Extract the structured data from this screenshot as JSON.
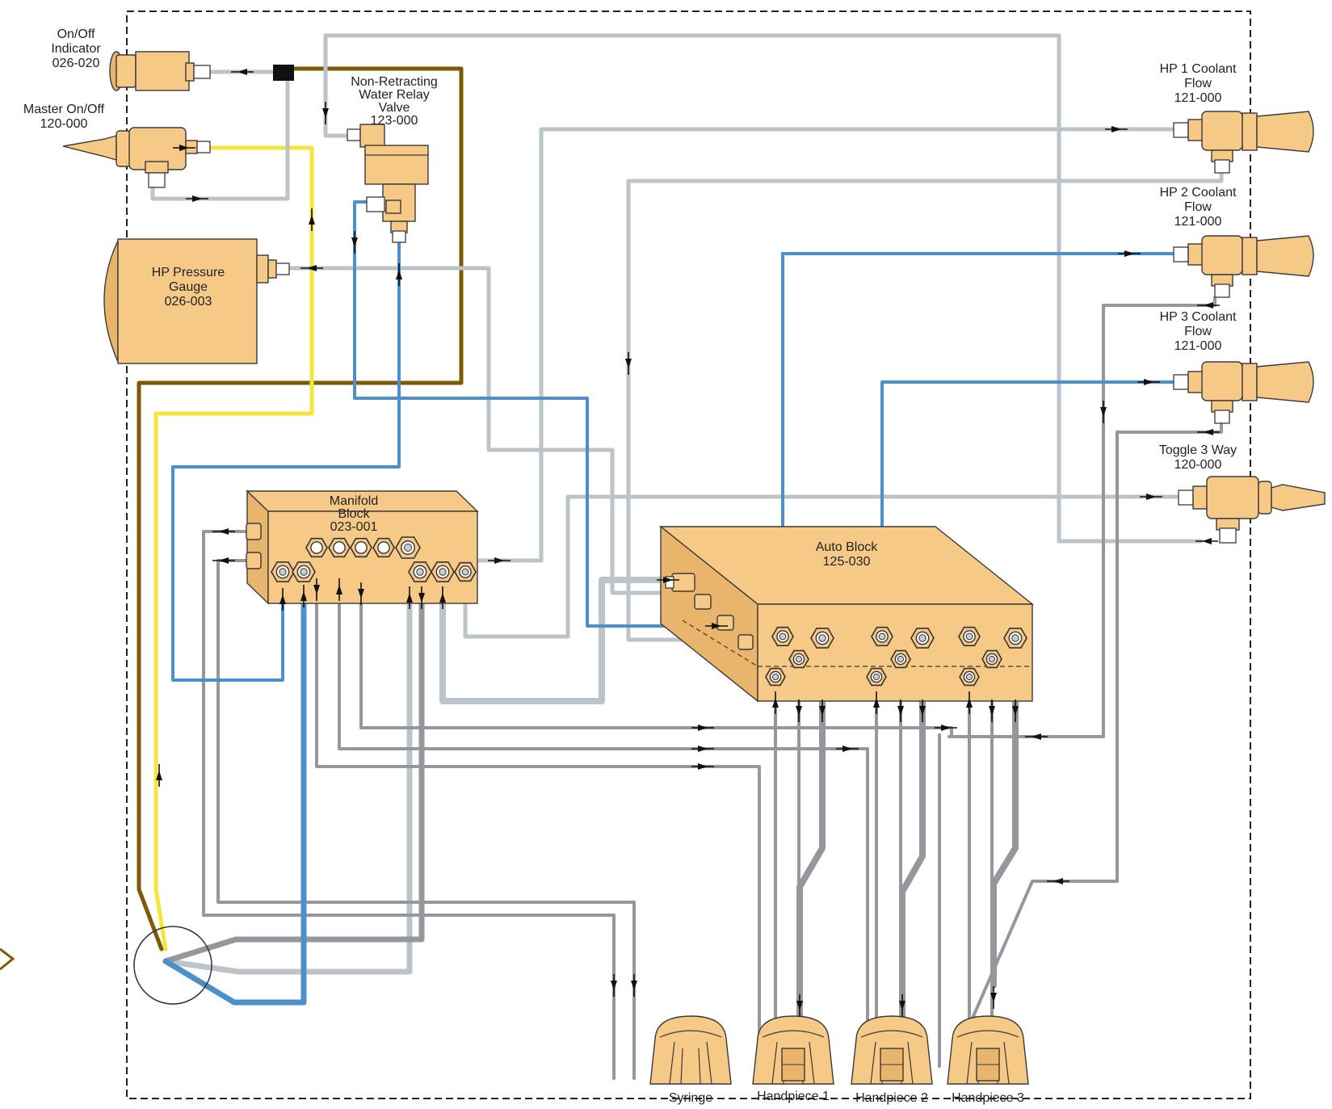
{
  "labels": {
    "onoff_indicator": [
      "On/Off",
      "Indicator",
      "026-020"
    ],
    "master_onoff": [
      "Master On/Off",
      "120-000"
    ],
    "relay_valve": [
      "Non-Retracting",
      "Water Relay",
      "Valve",
      "123-000"
    ],
    "pressure_gauge": [
      "HP Pressure",
      "Gauge",
      "026-003"
    ],
    "manifold": [
      "Manifold",
      "Block",
      "023-001"
    ],
    "auto_block": [
      "Auto Block",
      "125-030"
    ],
    "hp1_coolant": [
      "HP 1 Coolant",
      "Flow",
      "121-000"
    ],
    "hp2_coolant": [
      "HP 2 Coolant",
      "Flow",
      "121-000"
    ],
    "hp3_coolant": [
      "HP 3 Coolant",
      "Flow",
      "121-000"
    ],
    "toggle_3way": [
      "Toggle 3 Way",
      "120-000"
    ]
  },
  "bottom_labels": {
    "syringe": "Syringe",
    "handpiece1": "Handpiece 1",
    "handpiece2": "Handpiece 2",
    "handpiece3": "Handpiece 3"
  },
  "colors": {
    "air_gray": "#bcc3c9",
    "drive_gray": "#94979b",
    "water_blue": "#4b8fcb",
    "yellow_line": "#f5e63d",
    "brown_line": "#7d5a05",
    "component": "#f7c987"
  }
}
